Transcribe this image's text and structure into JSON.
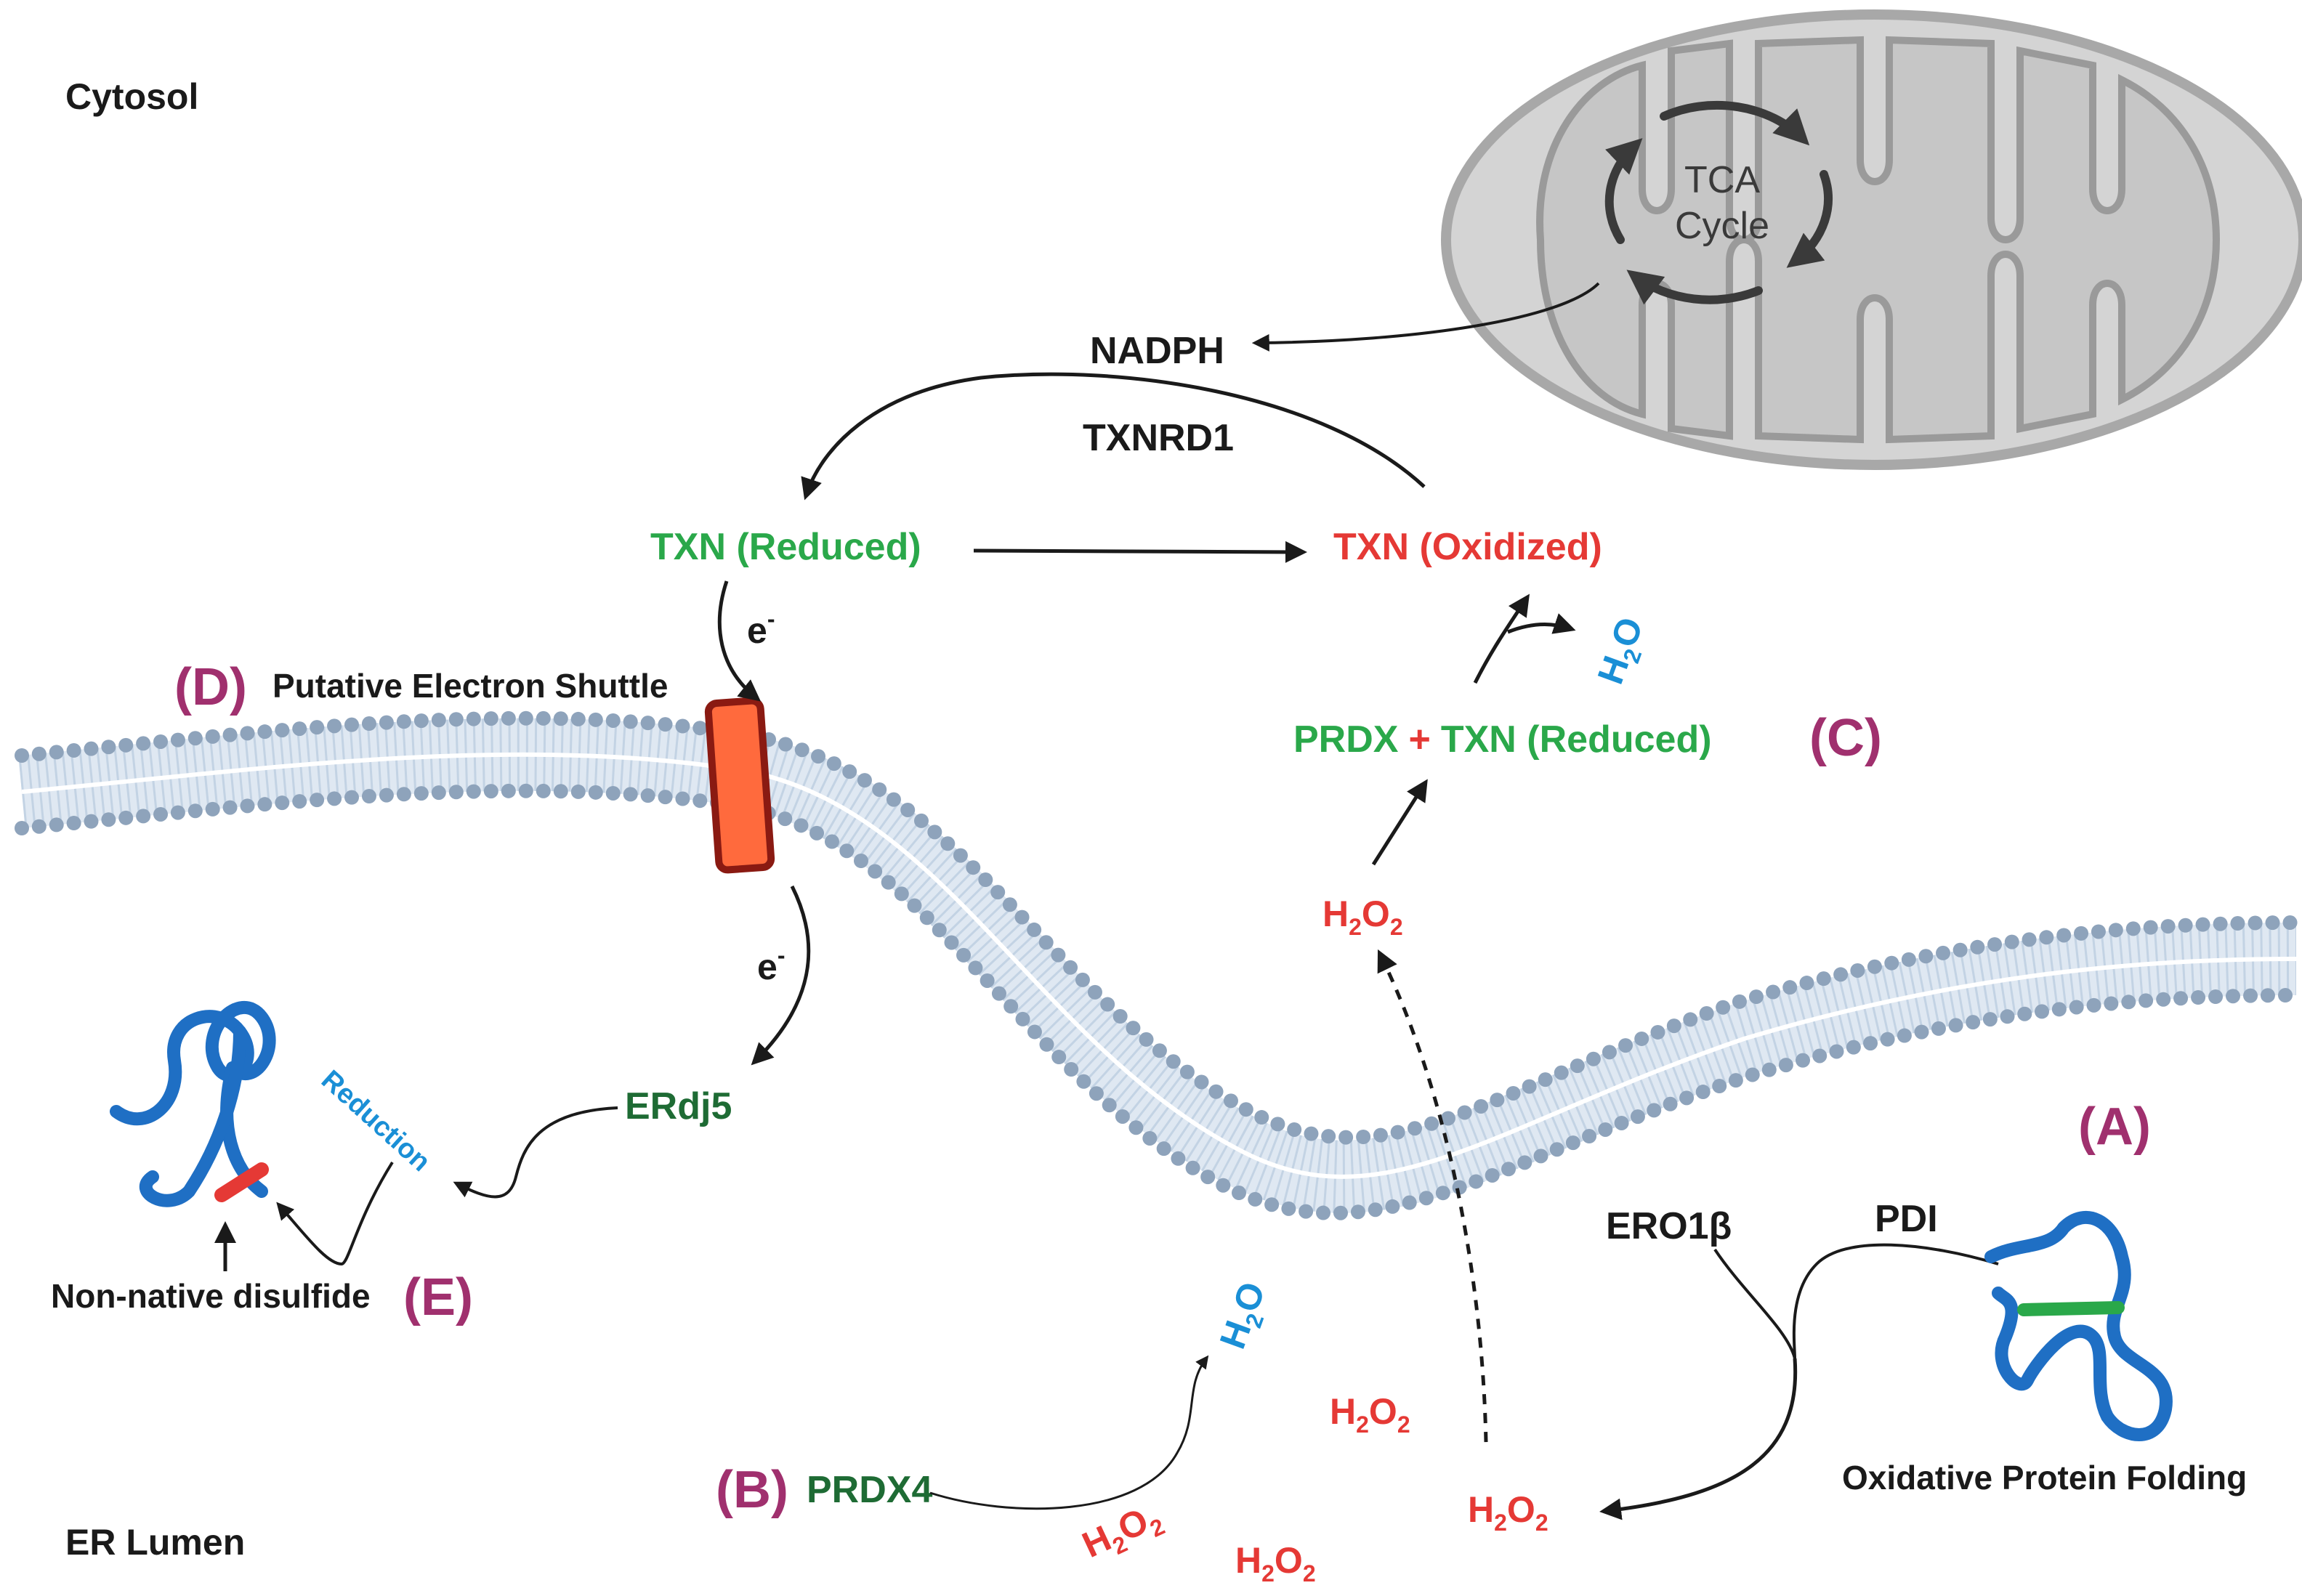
{
  "compartments": {
    "cytosol": "Cytosol",
    "er_lumen": "ER Lumen"
  },
  "tca": {
    "line1": "TCA",
    "line2": "Cycle"
  },
  "cytosol_cycle": {
    "nadph": "NADPH",
    "txnrd1": "TXNRD1",
    "txn_reduced": "TXN (Reduced)",
    "txn_oxidized": "TXN (Oxidized)",
    "prdx": "PRDX",
    "plus": "+",
    "txn_reduced_c": "TXN (Reduced)",
    "h2o_c": "H",
    "h2o_c_sub": "2",
    "h2o_c_end": "O",
    "h2o2_c": "H",
    "h2o2_c_sub": "2",
    "h2o2_c_end": "O",
    "h2o2_c_sub2": "2",
    "electron_top": "e",
    "electron_top_sup": "-"
  },
  "panel_labels": {
    "a": "(A)",
    "b": "(B)",
    "c": "(C)",
    "d": "(D)",
    "e": "(E)"
  },
  "shuttle": {
    "label": "Putative Electron Shuttle"
  },
  "lumen": {
    "electron_bottom": "e",
    "electron_bottom_sup": "-",
    "erdj5": "ERdj5",
    "reduction": "Reduction",
    "non_native": "Non-native disulfide",
    "ero1b": "ERO1β",
    "pdi": "PDI",
    "oxidative_folding": "Oxidative Protein Folding",
    "prdx4": "PRDX4",
    "h2o_b": "H",
    "h2o_b_sub": "2",
    "h2o_b_end": "O",
    "h2o2": "H",
    "h2o2_sub": "2",
    "h2o2_end": "O",
    "h2o2_sub2": "2"
  },
  "colors": {
    "green": "#2aa84a",
    "dark_green": "#1e6b34",
    "red": "#e53935",
    "blue": "#1a8fd6",
    "purple": "#a0306e",
    "black": "#1a1a1a",
    "membrane_head": "#8ea3bb",
    "membrane_tail": "#c9d9ea",
    "shuttle_fill": "#ff6a3d",
    "shuttle_stroke": "#8a1a12",
    "protein_blue": "#1f6fc4"
  }
}
